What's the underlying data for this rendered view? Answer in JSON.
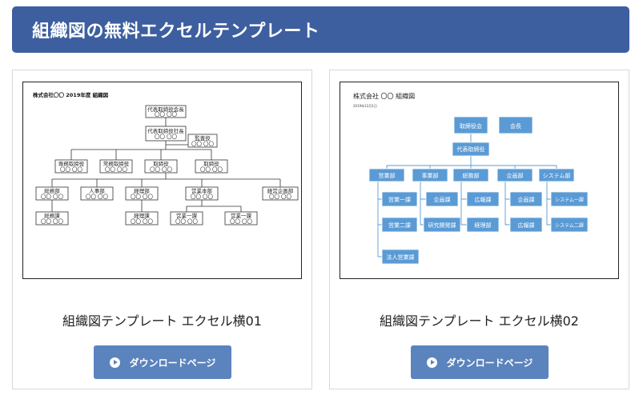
{
  "banner": {
    "title": "組織図の無料エクセルテンプレート"
  },
  "cards": [
    {
      "title": "組織図テンプレート エクセル横01",
      "button": "ダウンロードページ",
      "thumb": {
        "heading": "株式会社〇〇 2019年度 組織図",
        "top1": "代表取締役会長",
        "top2": "代表取締役社長",
        "audit": "監査役",
        "execs": [
          "専務取締役",
          "常務取締役",
          "取締役",
          "取締役"
        ],
        "depts": [
          "総務部",
          "人事部",
          "経理部",
          "営業本部",
          "経営企画部"
        ],
        "subs": [
          "総務課",
          "経理課",
          "営業一課",
          "営業一課"
        ],
        "name": "〇〇 〇〇"
      }
    },
    {
      "title": "組織図テンプレート エクセル横02",
      "button": "ダウンロードページ",
      "thumb": {
        "heading": "株式会社 〇〇 組織図",
        "date": "2019年12月1日",
        "board": "取締役会",
        "chair": "会長",
        "ceo": "代表取締役",
        "depts": [
          "営業部",
          "事業部",
          "総務部",
          "企画部",
          "システム部"
        ],
        "subs": [
          "営業一課",
          "営業二課",
          "法人営業課",
          "企画課",
          "研究開発課",
          "広報課",
          "経理部",
          "企画課",
          "広報課",
          "システム一課",
          "システム二課"
        ]
      }
    }
  ]
}
